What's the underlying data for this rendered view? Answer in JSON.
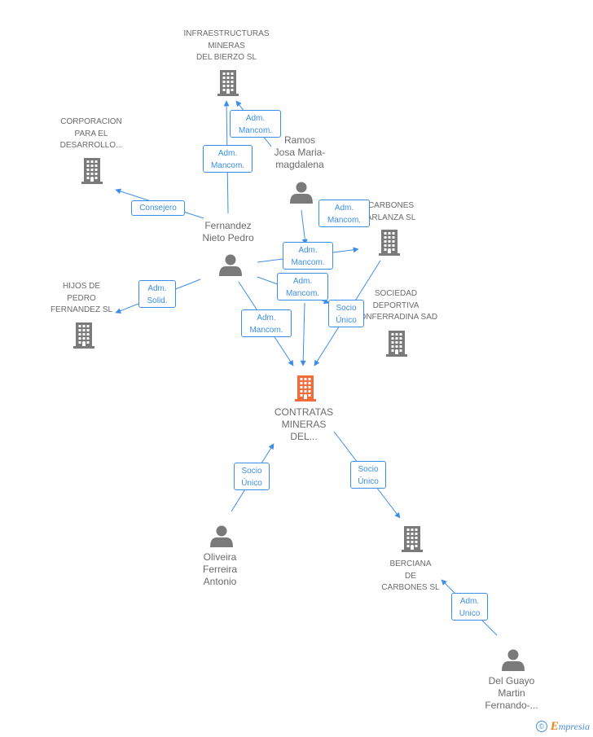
{
  "colors": {
    "edge": "#3d8ee8",
    "building": "#7a7a7a",
    "focus_building": "#f26b3a",
    "person": "#7a7a7a",
    "label": "#6b6b6b"
  },
  "nodes": {
    "infraestructuras": {
      "icon": "building-icon",
      "lines": [
        "INFRAESTRUCTURAS",
        "MINERAS",
        "DEL BIERZO SL"
      ]
    },
    "corporacion": {
      "icon": "building-icon",
      "lines": [
        "CORPORACION",
        "PARA EL",
        "DESARROLLO..."
      ]
    },
    "ramos": {
      "icon": "person-icon",
      "lines": [
        "Ramos",
        "Josa Maria-",
        "magdalena"
      ]
    },
    "carbones": {
      "icon": "building-icon",
      "lines": [
        "CARBONES",
        "ARLANZA SL"
      ]
    },
    "fernandez": {
      "icon": "person-icon",
      "lines": [
        "Fernandez",
        "Nieto Pedro"
      ]
    },
    "hijos": {
      "icon": "building-icon",
      "lines": [
        "HIJOS DE",
        "PEDRO",
        "FERNANDEZ SL"
      ]
    },
    "sociedad": {
      "icon": "building-icon",
      "lines": [
        "SOCIEDAD",
        "DEPORTIVA",
        "PONFERRADINA SAD"
      ]
    },
    "contratas": {
      "icon": "building-icon",
      "lines": [
        "CONTRATAS",
        "MINERAS",
        "DEL..."
      ]
    },
    "oliveira": {
      "icon": "person-icon",
      "lines": [
        "Oliveira",
        "Ferreira",
        "Antonio"
      ]
    },
    "berciana": {
      "icon": "building-icon",
      "lines": [
        "BERCIANA",
        "DE",
        "CARBONES SL"
      ]
    },
    "delguayo": {
      "icon": "person-icon",
      "lines": [
        "Del Guayo",
        "Martin",
        "Fernando-..."
      ]
    }
  },
  "relations": [
    {
      "id": "r1",
      "lines": [
        "Adm.",
        "Mancom."
      ]
    },
    {
      "id": "r2",
      "lines": [
        "Adm.",
        "Mancom."
      ]
    },
    {
      "id": "r3",
      "lines": [
        "Consejero"
      ]
    },
    {
      "id": "r4",
      "lines": [
        "Adm.",
        "Mancom."
      ]
    },
    {
      "id": "r5",
      "lines": [
        "Adm.",
        "Mancom."
      ]
    },
    {
      "id": "r6",
      "lines": [
        "Adm.",
        "Solid."
      ]
    },
    {
      "id": "r7",
      "lines": [
        "Adm.",
        "Mancom."
      ]
    },
    {
      "id": "r8",
      "lines": [
        "Adm.",
        "Mancom."
      ]
    },
    {
      "id": "r9",
      "lines": [
        "Socio",
        "Único"
      ]
    },
    {
      "id": "r10",
      "lines": [
        "Socio",
        "Único"
      ]
    },
    {
      "id": "r11",
      "lines": [
        "Socio",
        "Único"
      ]
    },
    {
      "id": "r12",
      "lines": [
        "Adm.",
        "Unico"
      ]
    }
  ],
  "footer": {
    "copyright_symbol": "©",
    "brand_initial": "E",
    "brand_rest": "mpresia"
  }
}
